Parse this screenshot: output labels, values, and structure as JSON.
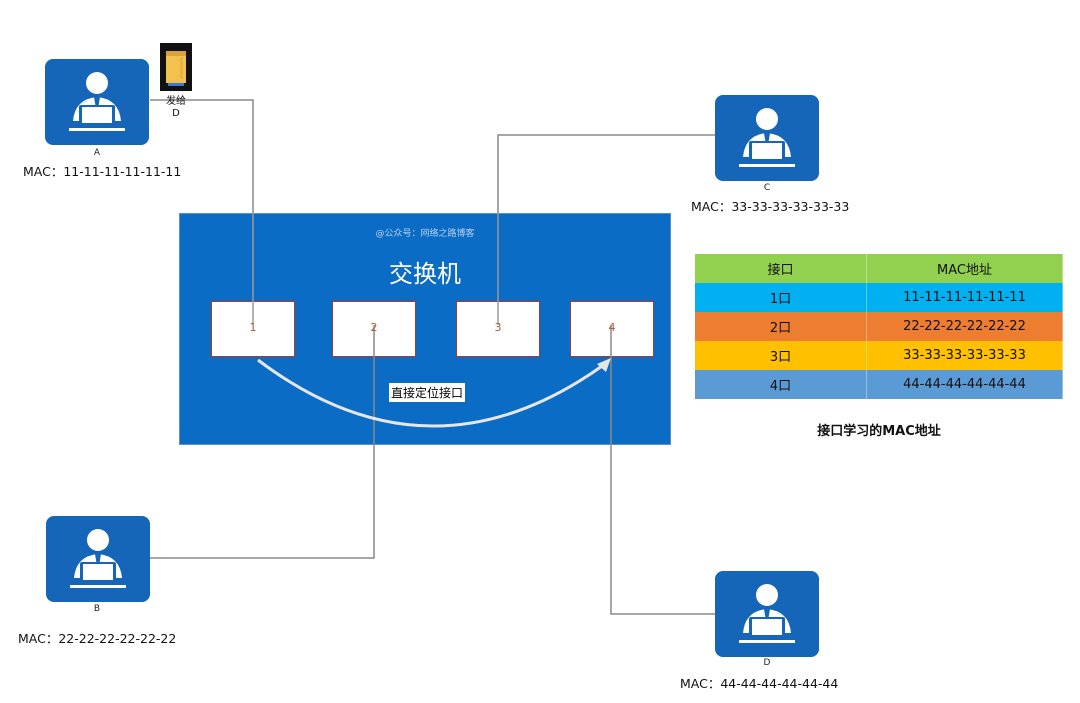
{
  "switch": {
    "title": "交换机",
    "watermark": "@公众号：网络之路博客",
    "ports": [
      "1",
      "2",
      "3",
      "4"
    ],
    "direct_label": "直接定位接口"
  },
  "hosts": [
    {
      "id": "A",
      "letter": "A",
      "mac": "MAC：11-11-11-11-11-11"
    },
    {
      "id": "B",
      "letter": "B",
      "mac": "MAC：22-22-22-22-22-22"
    },
    {
      "id": "C",
      "letter": "C",
      "mac": "MAC：33-33-33-33-33-33"
    },
    {
      "id": "D",
      "letter": "D",
      "mac": "MAC：44-44-44-44-44-44"
    }
  ],
  "send": {
    "line1": "发给",
    "line2": "D"
  },
  "mac_table": {
    "headers": [
      "接口",
      "MAC地址"
    ],
    "rows": [
      {
        "port": "1口",
        "mac": "11-11-11-11-11-11",
        "color": "#00b0f0"
      },
      {
        "port": "2口",
        "mac": "22-22-22-22-22-22",
        "color": "#ed7d31"
      },
      {
        "port": "3口",
        "mac": "33-33-33-33-33-33",
        "color": "#ffc000"
      },
      {
        "port": "4口",
        "mac": "44-44-44-44-44-44",
        "color": "#5b9bd5"
      }
    ],
    "header_color": "#92d050",
    "caption": "接口学习的MAC地址"
  }
}
